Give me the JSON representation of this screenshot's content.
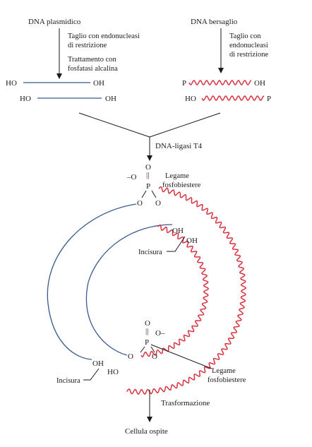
{
  "labels": {
    "plasmid_dna": "DNA plasmidico",
    "target_dna": "DNA bersaglio",
    "cut_left_1": "Taglio con endonucleasi",
    "cut_left_2": "di restrizione",
    "phosphatase_1": "Trattamento con",
    "phosphatase_2": "fosfatasi alcalina",
    "cut_right_1": "Taglio con",
    "cut_right_2": "endonucleasi",
    "cut_right_3": "di restrizione",
    "ligase": "DNA-ligasi T4",
    "bond_top_1": "Legame",
    "bond_top_2": "fosfobiestere",
    "nick_top": "Incisura",
    "bond_bottom_1": "Legame",
    "bond_bottom_2": "fosfobiestere",
    "nick_bottom": "Incisura",
    "transformation": "Trasformazione",
    "host_cell": "Cellula ospite"
  },
  "atoms": {
    "ho": "HO",
    "oh": "OH",
    "p": "P",
    "o": "O",
    "o_minus": "–O",
    "o_minus_r": "O–",
    "dbl": "||"
  },
  "colors": {
    "plasmid_strand": "#3a5a8c",
    "target_strand": "#d8333f",
    "text": "#1a1a1a"
  }
}
